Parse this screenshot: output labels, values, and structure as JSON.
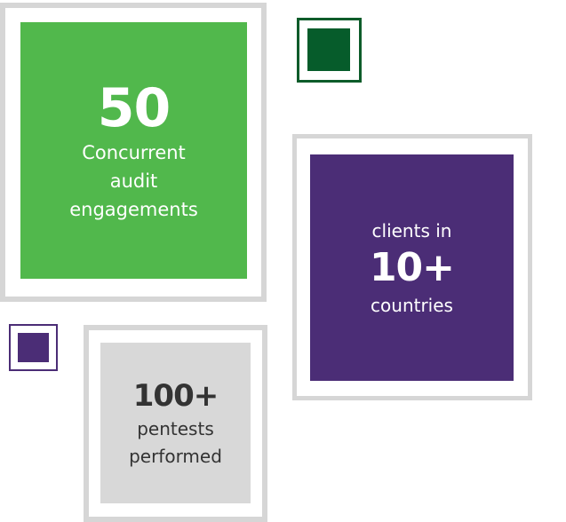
{
  "tiles": {
    "audits": {
      "value": "50",
      "label_lines": [
        "Concurrent",
        "audit",
        "engagements"
      ]
    },
    "clients": {
      "prefix": "clients in",
      "value": "10+",
      "suffix": "countries"
    },
    "pentests": {
      "value": "100+",
      "label_lines": [
        "pentests",
        "performed"
      ]
    }
  },
  "colors": {
    "green": "#51b84c",
    "dark_green": "#065c2b",
    "purple": "#4b2d76",
    "light_grey": "#d8d8d8",
    "frame_grey": "#d6d6d6",
    "dark_text": "#333333"
  }
}
